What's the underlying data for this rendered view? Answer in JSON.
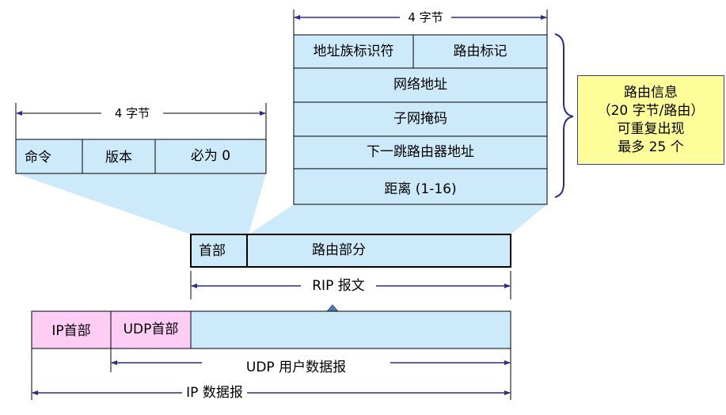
{
  "colors": {
    "field_fill": "#cdeafb",
    "header_fill": "#fdcdf6",
    "note_fill": "#fdfd9a",
    "arrow_line": "#2b2b8a",
    "up_arrow": "#4a7ab8",
    "projection": "#cdeafb"
  },
  "route_entry": {
    "width_label": "4 字节",
    "fields": {
      "address_family": "地址族标识符",
      "route_tag": "路由标记",
      "network_address": "网络地址",
      "subnet_mask": "子网掩码",
      "next_hop": "下一跳路由器地址",
      "distance": "距离 (1-16)"
    }
  },
  "note": {
    "lines": [
      "路由信息",
      "（20 字节/路由）",
      "可重复出现",
      "最多 25 个"
    ]
  },
  "header_detail": {
    "width_label": "4 字节",
    "fields": {
      "command": "命令",
      "version": "版本",
      "must_be_zero": "必为 0"
    }
  },
  "rip_message": {
    "header": "首部",
    "routing_part": "路由部分",
    "span_label": "RIP 报文"
  },
  "ip_datagram": {
    "ip_header": "IP首部",
    "udp_header": "UDP首部",
    "udp_span_label": "UDP 用户数据报",
    "ip_span_label": "IP 数据报"
  }
}
